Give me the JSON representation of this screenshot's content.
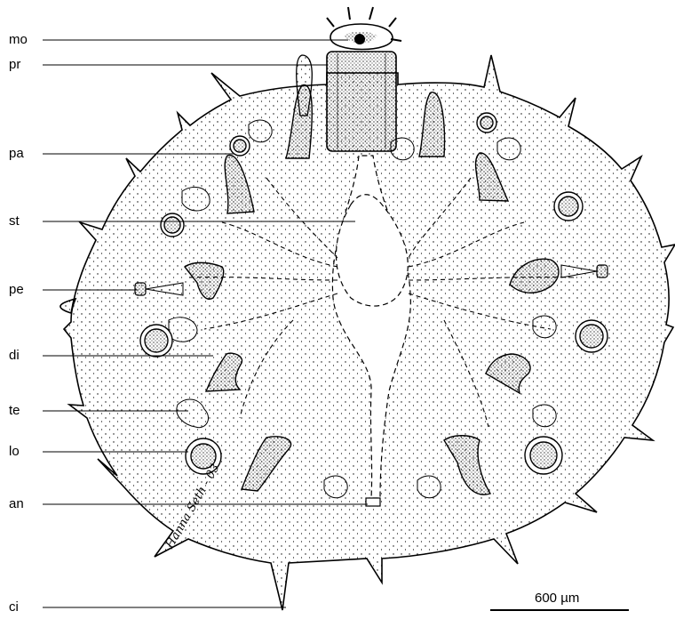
{
  "figure": {
    "labels": [
      {
        "id": "mo",
        "text": "mo"
      },
      {
        "id": "pr",
        "text": "pr"
      },
      {
        "id": "pa",
        "text": "pa"
      },
      {
        "id": "st",
        "text": "st"
      },
      {
        "id": "pe",
        "text": "pe"
      },
      {
        "id": "di",
        "text": "di"
      },
      {
        "id": "te",
        "text": "te"
      },
      {
        "id": "lo",
        "text": "lo"
      },
      {
        "id": "an",
        "text": "an"
      },
      {
        "id": "ci",
        "text": "ci"
      }
    ],
    "scale_bar": {
      "text": "600 µm"
    },
    "signature": {
      "text": "Hanna Seth - 03"
    }
  },
  "colors": {
    "ink": "#000000",
    "paper": "#ffffff"
  }
}
